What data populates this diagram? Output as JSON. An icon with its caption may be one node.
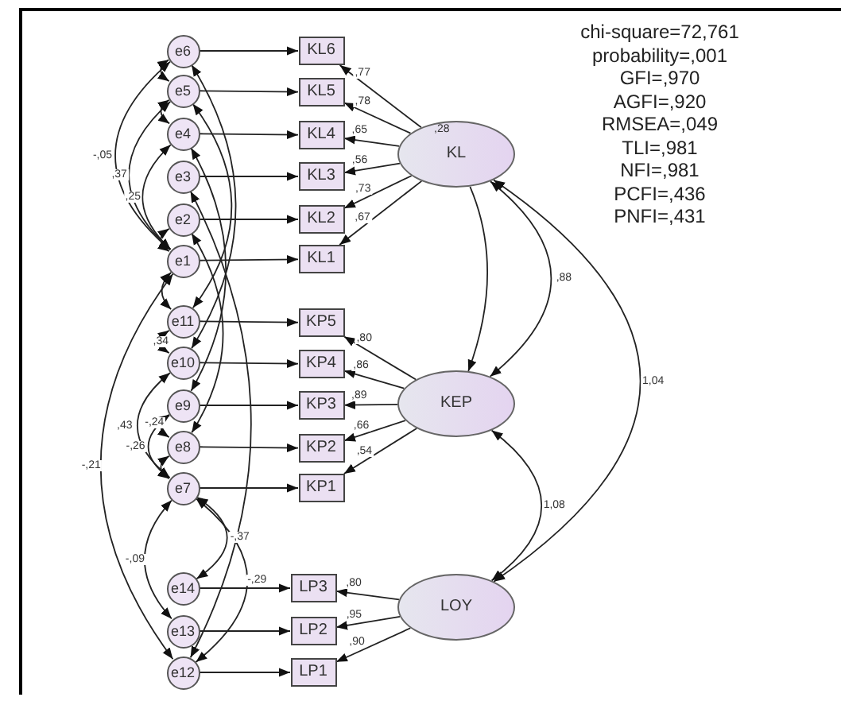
{
  "diagram": {
    "nodes": [
      {
        "text": [
          "e6"
        ]
      },
      {
        "text": [
          "KL6"
        ]
      },
      {
        "text": [
          "e5"
        ]
      },
      {
        "text": [
          "KL5"
        ]
      },
      {
        "text": [
          "e4"
        ]
      },
      {
        "text": [
          "KL4"
        ]
      },
      {
        "text": [
          "e3"
        ]
      },
      {
        "text": [
          "KL3"
        ]
      },
      {
        "text": [
          "e2"
        ]
      },
      {
        "text": [
          "KL2"
        ]
      },
      {
        "text": [
          "e1"
        ]
      },
      {
        "text": [
          "KL1"
        ]
      },
      {
        "text": [
          "e11"
        ]
      },
      {
        "text": [
          "KP5"
        ]
      },
      {
        "text": [
          "e10"
        ]
      },
      {
        "text": [
          "KP4"
        ]
      },
      {
        "text": [
          "e9"
        ]
      },
      {
        "text": [
          "KP3"
        ]
      },
      {
        "text": [
          "e8"
        ]
      },
      {
        "text": [
          "KP2"
        ]
      },
      {
        "text": [
          "e7"
        ]
      },
      {
        "text": [
          "KP1"
        ]
      },
      {
        "text": [
          "e14"
        ]
      },
      {
        "text": [
          "LP3"
        ]
      },
      {
        "text": [
          "e13"
        ]
      },
      {
        "text": [
          "LP2"
        ]
      },
      {
        "text": [
          "e12"
        ]
      },
      {
        "text": [
          "LP1"
        ]
      },
      {
        "text": [
          ",28",
          "KL"
        ]
      },
      {
        "text": [
          "KEP"
        ]
      },
      {
        "text": [
          "LOY"
        ]
      }
    ],
    "edges": [
      {
        "from": 0,
        "to": 1,
        "arrow": "to"
      },
      {
        "from": 2,
        "to": 3,
        "arrow": "to"
      },
      {
        "from": 4,
        "to": 5,
        "arrow": "to"
      },
      {
        "from": 6,
        "to": 7,
        "arrow": "to"
      },
      {
        "from": 8,
        "to": 9,
        "arrow": "to"
      },
      {
        "from": 10,
        "to": 11,
        "arrow": "to"
      },
      {
        "from": 12,
        "to": 13,
        "arrow": "to"
      },
      {
        "from": 14,
        "to": 15,
        "arrow": "to"
      },
      {
        "from": 16,
        "to": 17,
        "arrow": "to"
      },
      {
        "from": 18,
        "to": 19,
        "arrow": "to"
      },
      {
        "from": 20,
        "to": 21,
        "arrow": "to"
      },
      {
        "from": 22,
        "to": 23,
        "arrow": "to"
      },
      {
        "from": 24,
        "to": 25,
        "arrow": "to"
      },
      {
        "from": 26,
        "to": 27,
        "arrow": "to"
      },
      {
        "from": 28,
        "to": 1,
        "arrow": "to",
        "label": ",77"
      },
      {
        "from": 28,
        "to": 3,
        "arrow": "to",
        "label": ",78"
      },
      {
        "from": 28,
        "to": 5,
        "arrow": "to",
        "label": ",65"
      },
      {
        "from": 28,
        "to": 7,
        "arrow": "to",
        "label": ",56"
      },
      {
        "from": 28,
        "to": 9,
        "arrow": "to",
        "label": ",73"
      },
      {
        "from": 28,
        "to": 11,
        "arrow": "to",
        "label": ",67"
      },
      {
        "from": 29,
        "to": 13,
        "arrow": "to",
        "label": ",80"
      },
      {
        "from": 29,
        "to": 15,
        "arrow": "to",
        "label": ",86"
      },
      {
        "from": 29,
        "to": 17,
        "arrow": "to",
        "label": ",89"
      },
      {
        "from": 29,
        "to": 19,
        "arrow": "to",
        "label": ",66"
      },
      {
        "from": 29,
        "to": 21,
        "arrow": "to",
        "label": ",54"
      },
      {
        "from": 30,
        "to": 23,
        "arrow": "to",
        "label": ",80"
      },
      {
        "from": 30,
        "to": 25,
        "arrow": "to",
        "label": ",95"
      },
      {
        "from": 30,
        "to": 27,
        "arrow": "to",
        "label": ",90"
      },
      {
        "from": 28,
        "to": 29,
        "arrow": "both",
        "label": ",88"
      },
      {
        "from": 28,
        "to": 30,
        "arrow": "both",
        "label": "1,04"
      },
      {
        "from": 29,
        "to": 30,
        "arrow": "both",
        "label": "1,08"
      },
      {
        "from": 28,
        "to": 29,
        "arrow": "to"
      },
      {
        "from": 0,
        "to": 2,
        "arrow": "both"
      },
      {
        "from": 2,
        "to": 4,
        "arrow": "both"
      },
      {
        "from": 0,
        "to": 10,
        "arrow": "both",
        "label": "-,05"
      },
      {
        "from": 2,
        "to": 10,
        "arrow": "both",
        "label": ",37"
      },
      {
        "from": 4,
        "to": 10,
        "arrow": "both",
        "label": ",25"
      },
      {
        "from": 8,
        "to": 10,
        "arrow": "both"
      },
      {
        "from": 10,
        "to": 12,
        "arrow": "both"
      },
      {
        "from": 12,
        "to": 14,
        "arrow": "both",
        "label": ",34"
      },
      {
        "from": 14,
        "to": 20,
        "arrow": "both",
        "label": ",43"
      },
      {
        "from": 16,
        "to": 18,
        "arrow": "both",
        "label": "-,24"
      },
      {
        "from": 16,
        "to": 20,
        "arrow": "both",
        "label": "-,26"
      },
      {
        "from": 18,
        "to": 20,
        "arrow": "both"
      },
      {
        "from": 10,
        "to": 26,
        "arrow": "both",
        "label": "-,21"
      },
      {
        "from": 20,
        "to": 24,
        "arrow": "both",
        "label": "-,09"
      },
      {
        "from": 20,
        "to": 22,
        "arrow": "both",
        "label": "-,37"
      },
      {
        "from": 20,
        "to": 26,
        "arrow": "both",
        "label": "-,29"
      },
      {
        "from": 0,
        "to": 14,
        "arrow": "both"
      },
      {
        "from": 2,
        "to": 12,
        "arrow": "both"
      },
      {
        "from": 4,
        "to": 16,
        "arrow": "both"
      },
      {
        "from": 6,
        "to": 26,
        "arrow": "both"
      },
      {
        "from": 8,
        "to": 18,
        "arrow": "both"
      }
    ],
    "labels": [
      "chi-square=72,761",
      "probability=,001",
      "GFI=,970",
      "AGFI=,920",
      "RMSEA=,049",
      "TLI=,981",
      "NFI=,981",
      "PCFI=,436",
      "PNFI=,431"
    ]
  }
}
